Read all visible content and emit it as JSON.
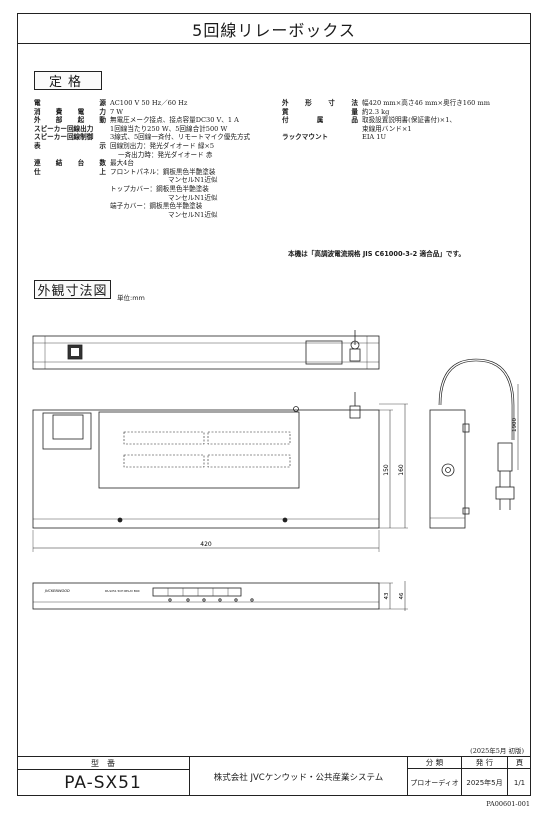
{
  "title": "5回線リレーボックス",
  "spec_section": {
    "heading": "定格"
  },
  "specs_left": [
    {
      "label": "電源",
      "values": [
        "AC100 V 50 Hz／60 Hz"
      ]
    },
    {
      "label": "消費電力",
      "values": [
        "7 W"
      ]
    },
    {
      "label": "外部起動",
      "values": [
        "無電圧メーク接点、接点容量DC30 V、1 A"
      ]
    },
    {
      "label": "スピーカー回線出力",
      "values": [
        "1回線当たり250 W、5回線合計500 W"
      ]
    },
    {
      "label": "スピーカー回線制御",
      "values": [
        "3線式、5回線一斉付、リモートマイク優先方式"
      ]
    },
    {
      "label": "表示",
      "values": [
        "回線別出力：発光ダイオード 緑×5",
        "一斉出力時：発光ダイオード 赤"
      ]
    },
    {
      "label": "連結台数",
      "values": [
        "最大4台"
      ]
    },
    {
      "label": "仕上",
      "values": [
        "フロントパネル：鋼板黒色半艶塗装",
        "マンセルN1近似",
        "トップカバー：鋼板黒色半艶塗装",
        "マンセルN1近似",
        "端子カバー：鋼板黒色半艶塗装",
        "マンセルN1近似"
      ]
    }
  ],
  "specs_right": [
    {
      "label": "外形寸法",
      "values": [
        "幅420 mm×高さ46 mm×奥行き160 mm"
      ]
    },
    {
      "label": "質量",
      "values": [
        "約2.3 kg"
      ]
    },
    {
      "label": "付属品",
      "values": [
        "取扱設置説明書(保証書付)×1、",
        "束線用バンド×1"
      ]
    },
    {
      "label": "ラックマウント",
      "values": [
        "EIA 1U"
      ]
    }
  ],
  "note": "本機は「高調波電流規格 JIS C61000-3-2 適合品」です。",
  "drawing_section": {
    "heading": "外観寸法図",
    "unit": "単位:mm"
  },
  "dimensions": {
    "width": "420",
    "depth_inner": "150",
    "depth_outer": "160",
    "height_inner": "43",
    "height_outer": "46",
    "cord": "1900"
  },
  "front_panel": {
    "brand": "JVCKENWOOD",
    "model_mark": "PA-SX51 5CH RELAY BOX"
  },
  "revision": "(2025年5月 初版)",
  "title_block": {
    "model_header": "型　番",
    "model": "PA-SX51",
    "company": "株式会社 JVCケンウッド・公共産業システム",
    "class_header": "分 類",
    "class_value": "プロオーディオ",
    "issue_header": "発 行",
    "issue_value": "2025年5月",
    "page_header": "頁",
    "page_value": "1/1"
  },
  "doc_number": "PA00601-001"
}
